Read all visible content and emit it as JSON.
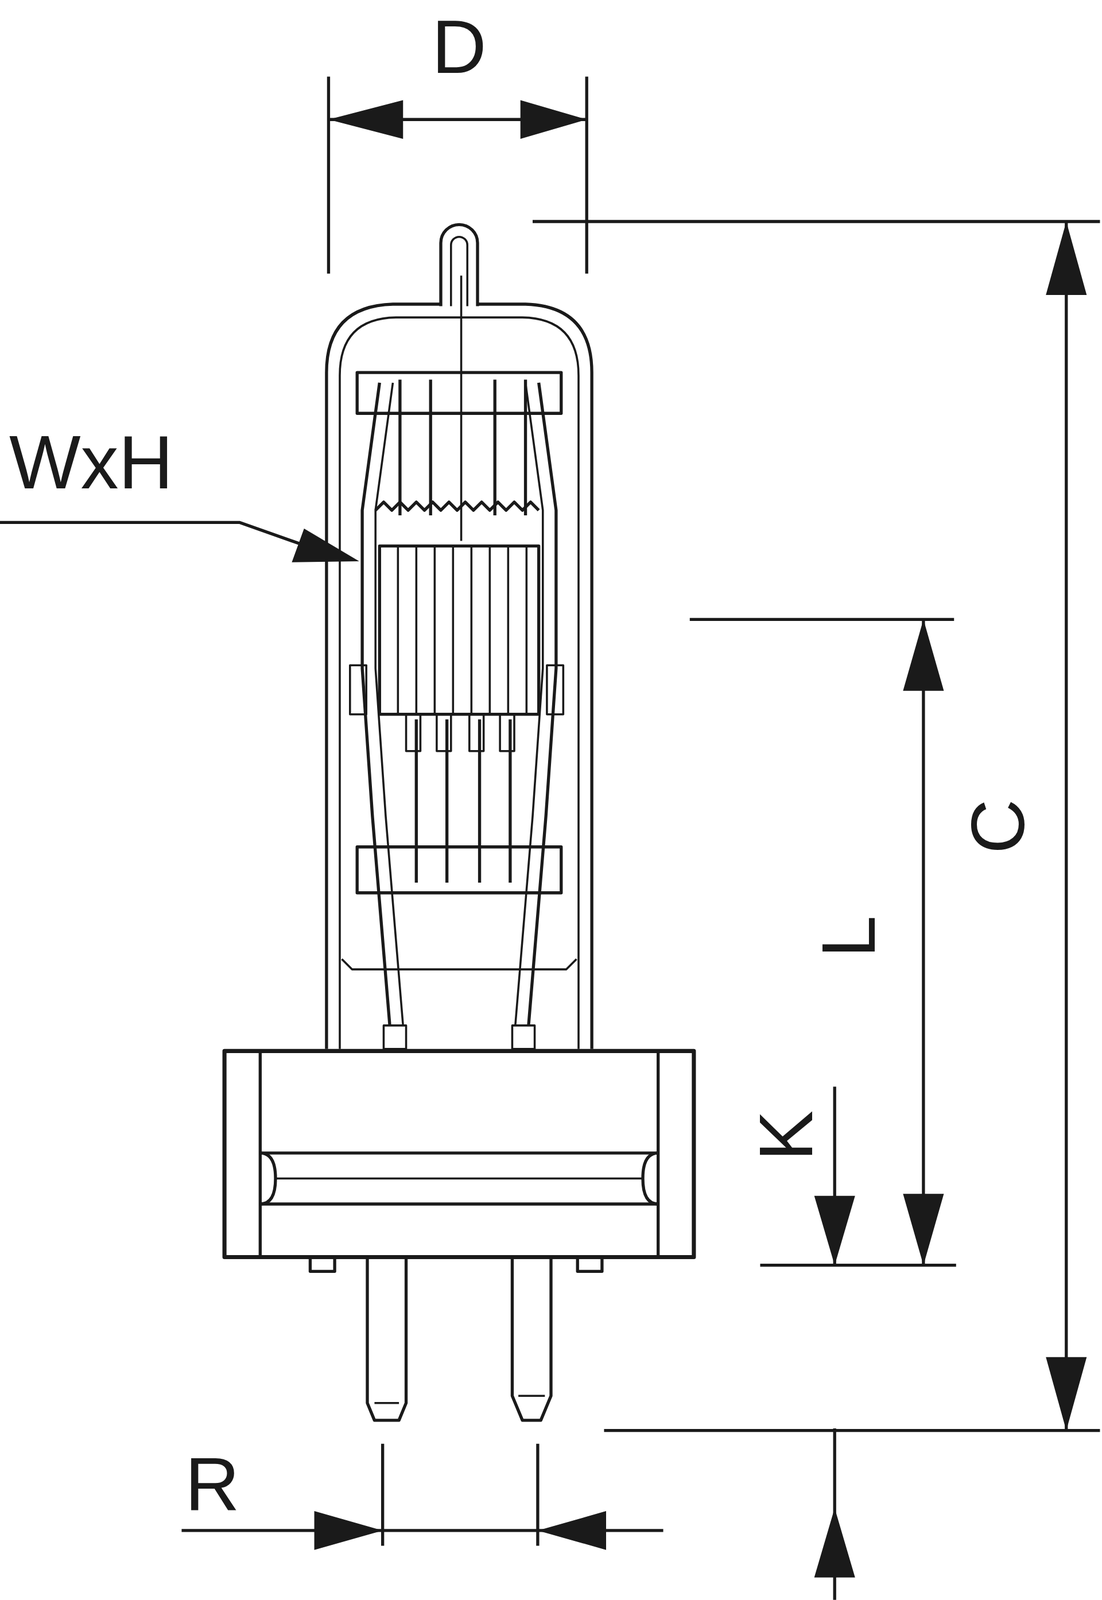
{
  "diagram": {
    "labels": [
      "D",
      "WxH",
      "C",
      "L",
      "K",
      "R"
    ]
  }
}
